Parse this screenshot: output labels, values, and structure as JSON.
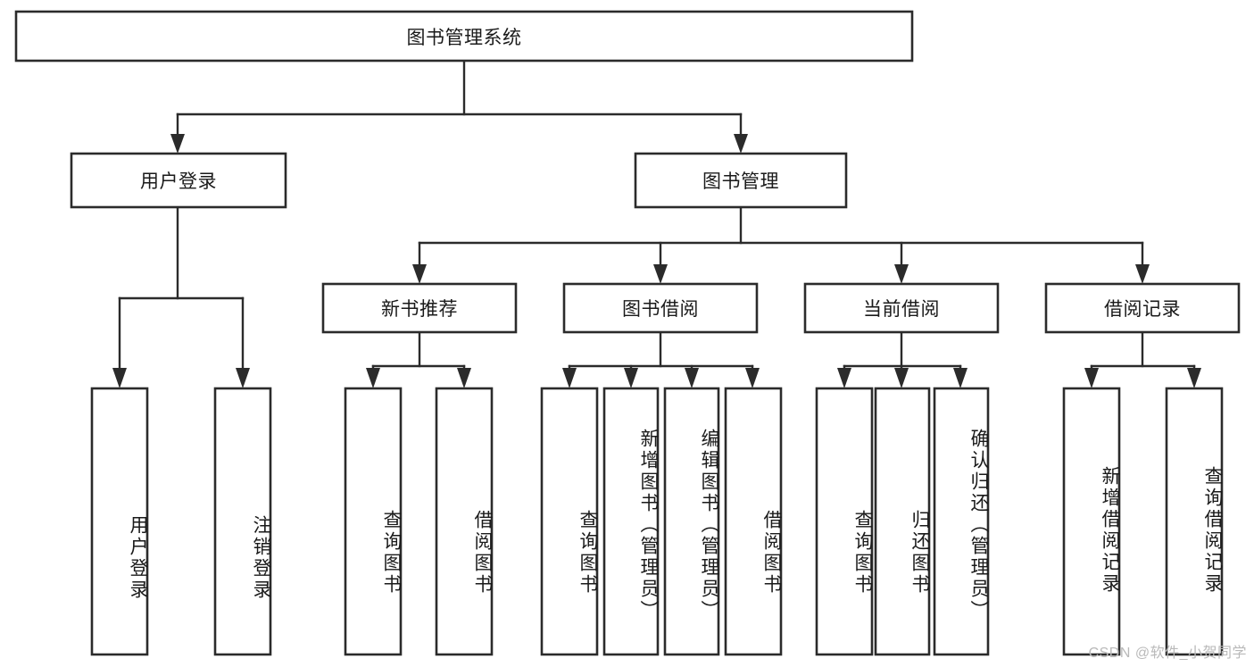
{
  "diagram": {
    "type": "hierarchy-tree",
    "title": "图书管理系统",
    "watermark": "CSDN @软件_小贺同学",
    "colors": {
      "stroke": "#2b2b2b",
      "fill": "#ffffff",
      "text": "#1a1a1a",
      "watermark": "#b9b9b9"
    },
    "nodes": {
      "root": {
        "label": "图书管理系统",
        "orientation": "horizontal"
      },
      "l2": [
        {
          "label": "用户登录",
          "orientation": "horizontal"
        },
        {
          "label": "图书管理",
          "orientation": "horizontal"
        }
      ],
      "l3": [
        {
          "label": "新书推荐",
          "orientation": "horizontal"
        },
        {
          "label": "图书借阅",
          "orientation": "horizontal"
        },
        {
          "label": "当前借阅",
          "orientation": "horizontal"
        },
        {
          "label": "借阅记录",
          "orientation": "horizontal"
        }
      ],
      "leaves_user_login": [
        {
          "label": "用户登录",
          "orientation": "vertical"
        },
        {
          "label": "注销登录",
          "orientation": "vertical"
        }
      ],
      "leaves_new_book": [
        {
          "label": "查询图书",
          "orientation": "vertical"
        },
        {
          "label": "借阅图书",
          "orientation": "vertical"
        }
      ],
      "leaves_borrow": [
        {
          "label": "查询图书",
          "orientation": "vertical"
        },
        {
          "label": "新增图书（管理员）",
          "orientation": "vertical"
        },
        {
          "label": "编辑图书（管理员）",
          "orientation": "vertical"
        },
        {
          "label": "借阅图书",
          "orientation": "vertical"
        }
      ],
      "leaves_current": [
        {
          "label": "查询图书",
          "orientation": "vertical"
        },
        {
          "label": "归还图书",
          "orientation": "vertical"
        },
        {
          "label": "确认归还（管理员）",
          "orientation": "vertical"
        }
      ],
      "leaves_records": [
        {
          "label": "新增借阅记录",
          "orientation": "vertical"
        },
        {
          "label": "查询借阅记录",
          "orientation": "vertical"
        }
      ]
    },
    "edges": [
      {
        "from": "图书管理系统",
        "to": "用户登录"
      },
      {
        "from": "图书管理系统",
        "to": "图书管理"
      },
      {
        "from": "用户登录",
        "to": "用户登录"
      },
      {
        "from": "用户登录",
        "to": "注销登录"
      },
      {
        "from": "图书管理",
        "to": "新书推荐"
      },
      {
        "from": "图书管理",
        "to": "图书借阅"
      },
      {
        "from": "图书管理",
        "to": "当前借阅"
      },
      {
        "from": "图书管理",
        "to": "借阅记录"
      },
      {
        "from": "新书推荐",
        "to": "查询图书"
      },
      {
        "from": "新书推荐",
        "to": "借阅图书"
      },
      {
        "from": "图书借阅",
        "to": "查询图书"
      },
      {
        "from": "图书借阅",
        "to": "新增图书（管理员）"
      },
      {
        "from": "图书借阅",
        "to": "编辑图书（管理员）"
      },
      {
        "from": "图书借阅",
        "to": "借阅图书"
      },
      {
        "from": "当前借阅",
        "to": "查询图书"
      },
      {
        "from": "当前借阅",
        "to": "归还图书"
      },
      {
        "from": "当前借阅",
        "to": "确认归还（管理员）"
      },
      {
        "from": "借阅记录",
        "to": "新增借阅记录"
      },
      {
        "from": "借阅记录",
        "to": "查询借阅记录"
      }
    ]
  }
}
